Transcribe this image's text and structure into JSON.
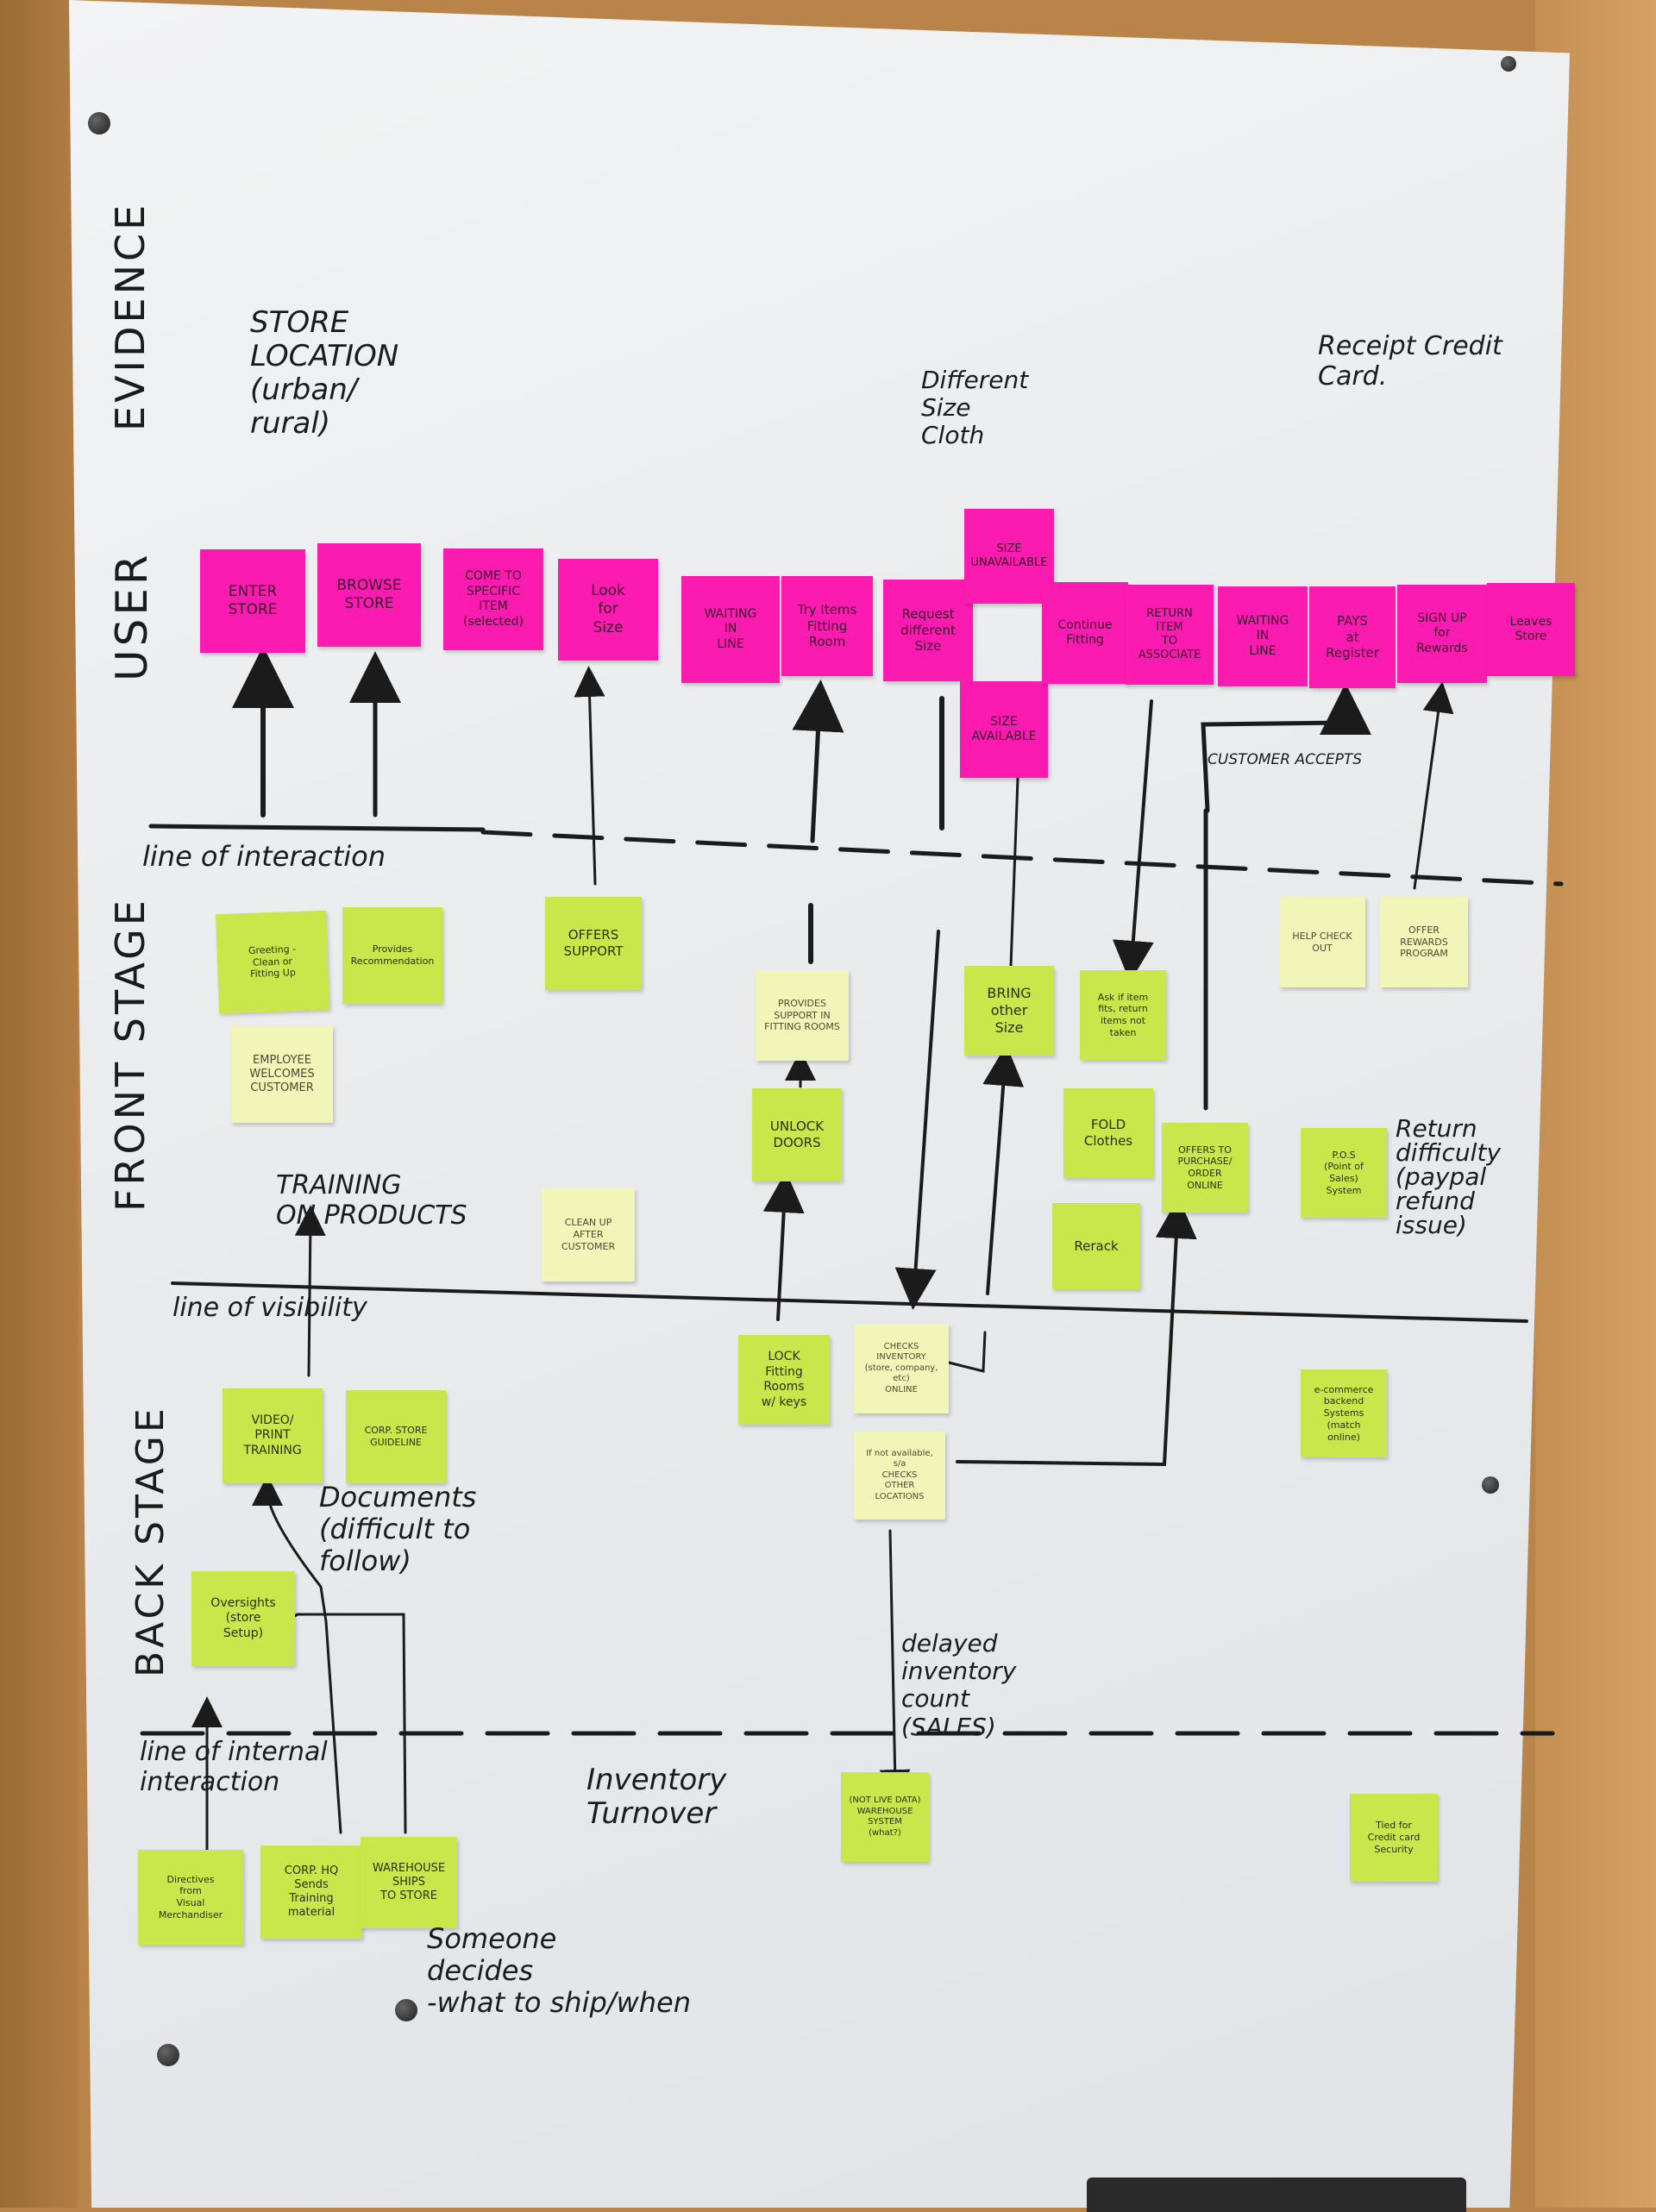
{
  "lanes": {
    "evidence": "EVIDENCE",
    "user": "USER",
    "front_stage": "FRONT STAGE",
    "back_stage": "BACK STAGE"
  },
  "lines": {
    "interaction": "line of interaction",
    "visibility": "line of visibility",
    "internal": "line of internal\ninteraction"
  },
  "evidence": {
    "store_location": "STORE\nLOCATION\n(urban/\n  rural)",
    "different_size": "Different\nSize\nCloth",
    "receipt": "Receipt  Credit\n            Card."
  },
  "user_notes": {
    "enter": "ENTER\nSTORE",
    "browse": "BROWSE\nSTORE",
    "come": "COME TO\nSPECIFIC ITEM\n(selected)",
    "look": "Look\nfor\nSize",
    "wait1": "WAITING\nIN\nLINE",
    "try": "Try Items\nFitting\nRoom",
    "request": "Request\ndifferent\nSize",
    "unavailable": "SIZE\nUNAVAILABLE",
    "available": "SIZE\nAVAILABLE",
    "continue": "Continue\nFitting",
    "return": "RETURN ITEM\nTO ASSOCIATE",
    "wait2": "WAITING\nIN\nLINE",
    "pays": "PAYS\nat\nRegister",
    "signup": "SIGN UP\nfor\nRewards",
    "leaves": "Leaves\nStore"
  },
  "front_notes": {
    "greeting": "Greeting -\nClean or\nFitting Up",
    "recommend": "Provides\nRecommendation",
    "welcomes": "EMPLOYEE\nWELCOMES\nCUSTOMER",
    "offers": "OFFERS\nSUPPORT",
    "fitting_support": "PROVIDES\nSUPPORT IN\nFITTING ROOMS",
    "unlock": "UNLOCK\nDOORS",
    "bring": "BRING\nother\nSize",
    "ask": "Ask if item\nfits, return\nitems not taken",
    "fold": "FOLD\nClothes",
    "rerack": "Rerack",
    "purchase": "OFFERS TO\nPURCHASE/\nORDER\nONLINE",
    "help": "HELP CHECK\nOUT",
    "rewards": "OFFER\nREWARDS\nPROGRAM",
    "pos": "P.O.S\n(Point of\nSales)\nSystem",
    "cleanup": "CLEAN UP\nAFTER\nCUSTOMER"
  },
  "front_text": {
    "training": "TRAINING\nON PRODUCTS",
    "return_difficulty": "Return\ndifficulty\n(paypal\nrefund\nissue)",
    "customer_accepts": "CUSTOMER ACCEPTS"
  },
  "back_notes": {
    "lock": "LOCK\nFitting\nRooms\nw/ keys",
    "checks": "CHECKS\nINVENTORY\n(store, company, etc)\nONLINE",
    "not_available": "If not available, s/a\nCHECKS\nOTHER LOCATIONS",
    "video": "VIDEO/\nPRINT\nTRAINING",
    "guideline": "CORP. STORE\nGUIDELINE",
    "oversights": "Oversights\n(store\nSetup)",
    "ecommerce": "e-commerce\nbackend\nSystems\n(match\nonline)"
  },
  "back_text": {
    "documents": "Documents\n(difficult to\nfollow)",
    "delayed": "delayed\ninventory\ncount\n(SALES)"
  },
  "internal_notes": {
    "directives": "Directives\nfrom\nVisual\nMerchandiser",
    "corp": "CORP. HQ\nSends\nTraining\nmaterial",
    "warehouse_ships": "WAREHOUSE\nSHIPS\nTO STORE",
    "warehouse_system": "(NOT LIVE DATA)\nWAREHOUSE\nSYSTEM\n(what?)",
    "credit": "Tied for\nCredit card\nSecurity"
  },
  "internal_text": {
    "inventory_turnover": "Inventory\nTurnover",
    "someone": "Someone\ndecides\n-what to ship/when"
  }
}
